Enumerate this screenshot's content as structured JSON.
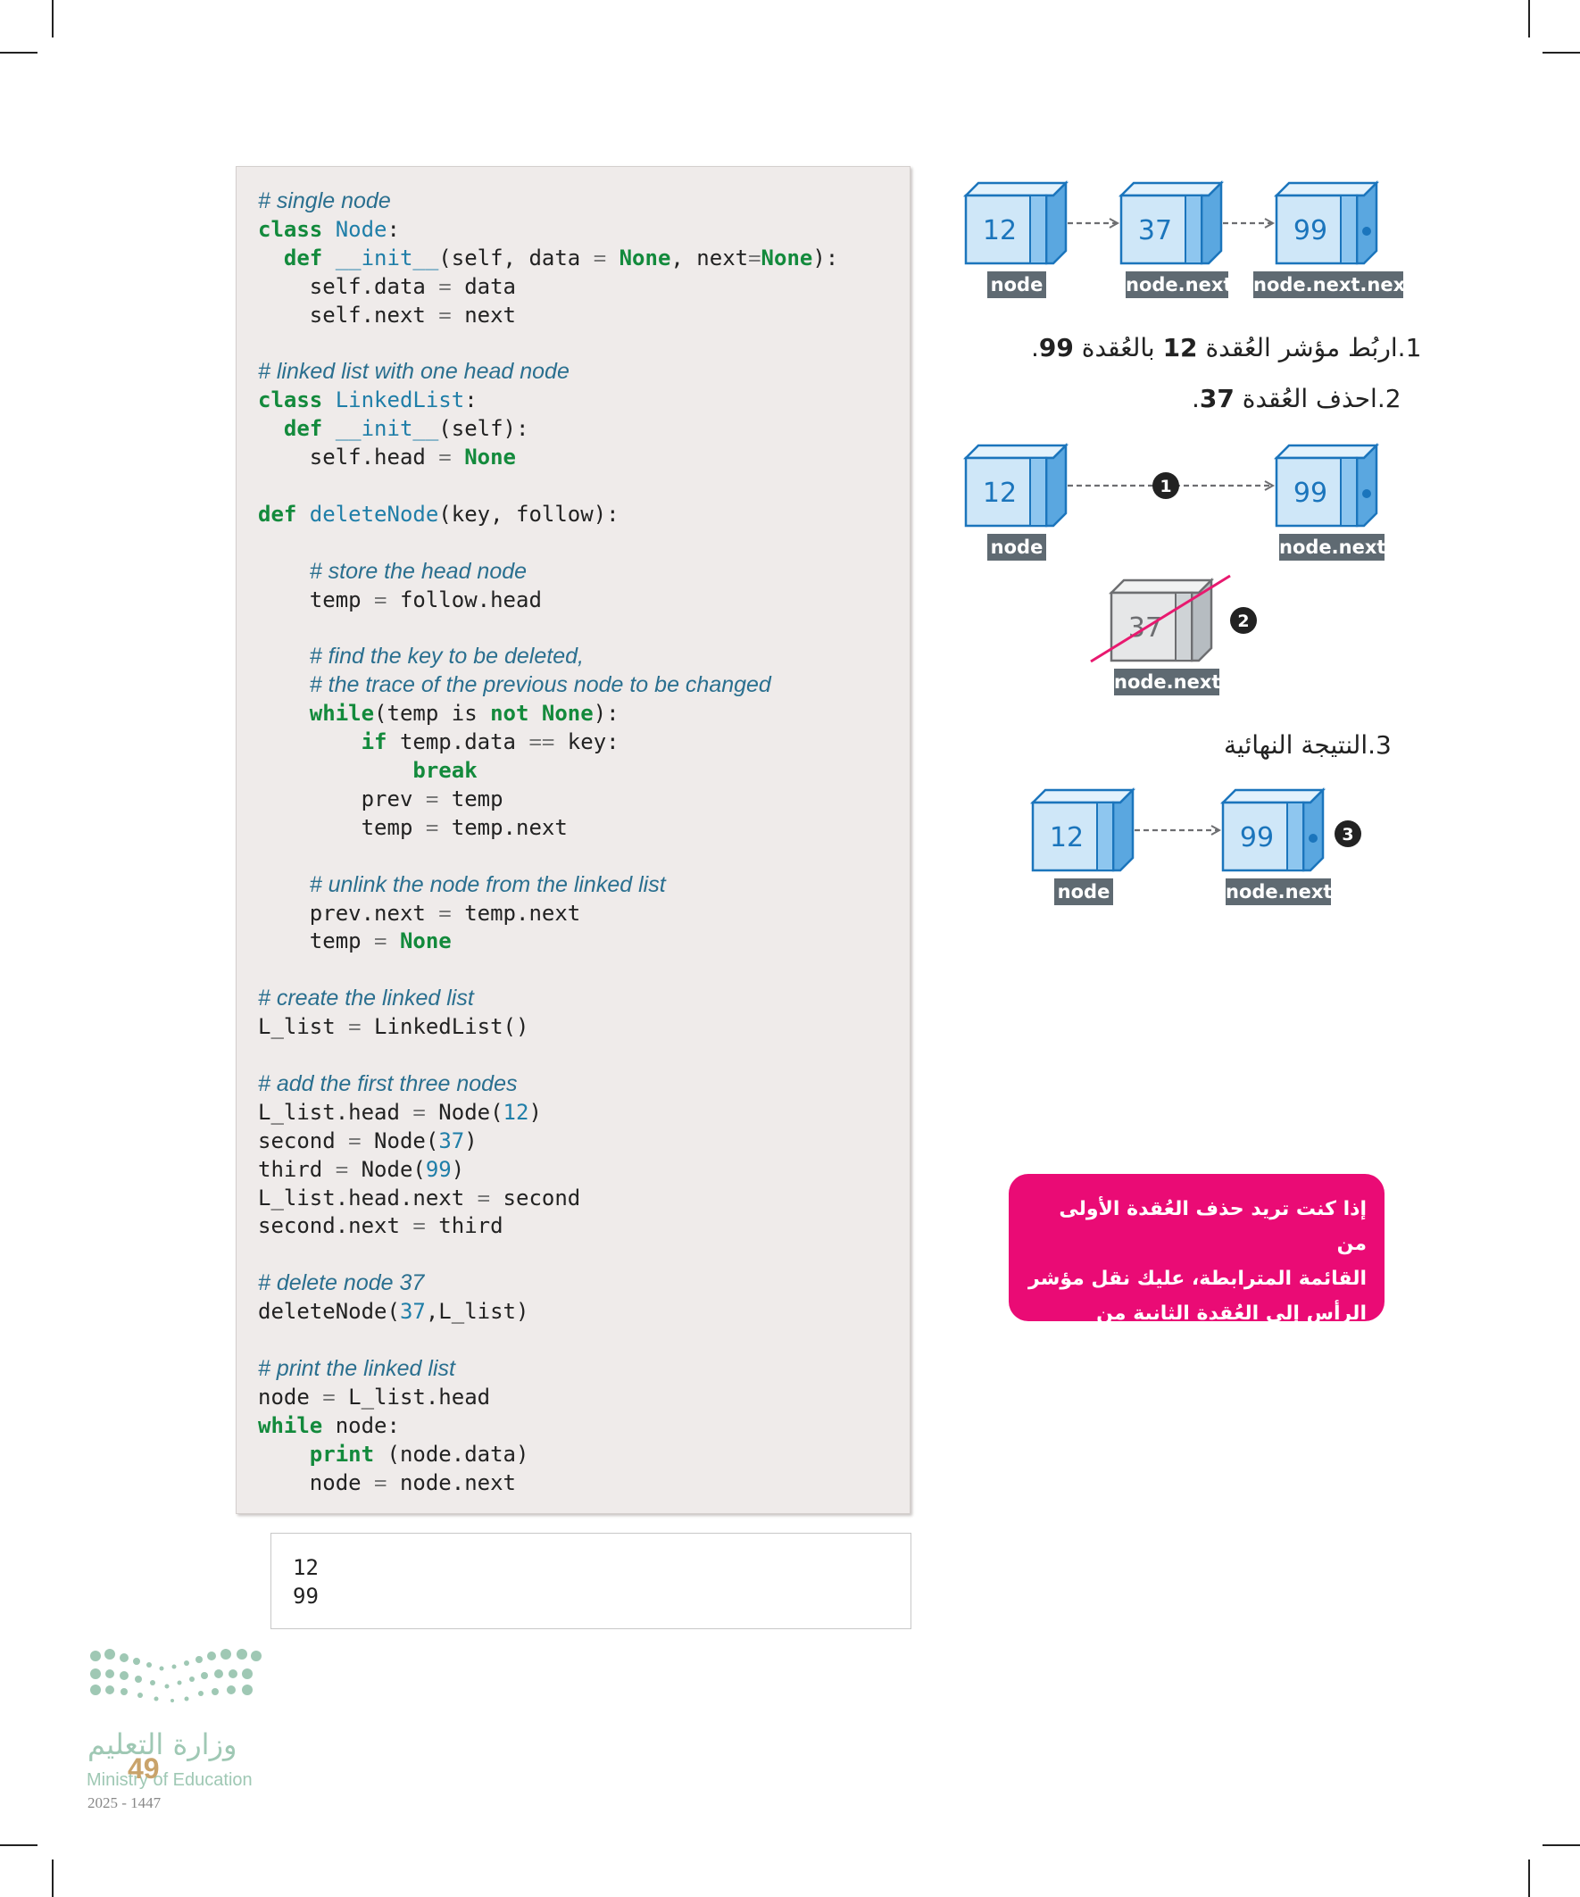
{
  "code": {
    "lines": [
      {
        "parts": [
          [
            "cm",
            "# single node"
          ]
        ]
      },
      {
        "parts": [
          [
            "kw",
            "class "
          ],
          [
            "nm",
            "Node"
          ],
          [
            "",
            ":"
          ]
        ]
      },
      {
        "parts": [
          [
            "",
            "  "
          ],
          [
            "kw",
            "def "
          ],
          [
            "nm",
            "__init__"
          ],
          [
            "",
            "(self, data "
          ],
          [
            "op",
            "="
          ],
          [
            "kw",
            " None"
          ],
          [
            "",
            ", next"
          ],
          [
            "op",
            "="
          ],
          [
            "kw",
            "None"
          ],
          [
            "",
            "):"
          ]
        ]
      },
      {
        "parts": [
          [
            "",
            "    self.data "
          ],
          [
            "op",
            "="
          ],
          [
            "",
            " data"
          ]
        ]
      },
      {
        "parts": [
          [
            "",
            "    self.next "
          ],
          [
            "op",
            "="
          ],
          [
            "",
            " next"
          ]
        ]
      },
      {
        "parts": []
      },
      {
        "parts": [
          [
            "cm",
            "# linked list with one head node"
          ]
        ]
      },
      {
        "parts": [
          [
            "kw",
            "class "
          ],
          [
            "nm",
            "LinkedList"
          ],
          [
            "",
            ":"
          ]
        ]
      },
      {
        "parts": [
          [
            "",
            "  "
          ],
          [
            "kw",
            "def "
          ],
          [
            "nm",
            "__init__"
          ],
          [
            "",
            "(self):"
          ]
        ]
      },
      {
        "parts": [
          [
            "",
            "    self.head "
          ],
          [
            "op",
            "="
          ],
          [
            "kw",
            " None"
          ]
        ]
      },
      {
        "parts": []
      },
      {
        "parts": [
          [
            "kw",
            "def "
          ],
          [
            "nm",
            "deleteNode"
          ],
          [
            "",
            "(key, follow):"
          ]
        ]
      },
      {
        "parts": []
      },
      {
        "parts": [
          [
            "",
            "    "
          ],
          [
            "cm",
            "# store the head node"
          ]
        ]
      },
      {
        "parts": [
          [
            "",
            "    temp "
          ],
          [
            "op",
            "="
          ],
          [
            "",
            " follow.head"
          ]
        ]
      },
      {
        "parts": []
      },
      {
        "parts": [
          [
            "",
            "    "
          ],
          [
            "cm",
            "# find the key to be deleted,"
          ]
        ]
      },
      {
        "parts": [
          [
            "",
            "    "
          ],
          [
            "cm",
            "# the trace of the previous node to be changed"
          ]
        ]
      },
      {
        "parts": [
          [
            "",
            "    "
          ],
          [
            "kw",
            "while"
          ],
          [
            "",
            "(temp is "
          ],
          [
            "kw",
            "not None"
          ],
          [
            "",
            "):"
          ]
        ]
      },
      {
        "parts": [
          [
            "",
            "        "
          ],
          [
            "kw",
            "if"
          ],
          [
            "",
            " temp.data "
          ],
          [
            "op",
            "=="
          ],
          [
            "",
            " key:"
          ]
        ]
      },
      {
        "parts": [
          [
            "",
            "            "
          ],
          [
            "kw",
            "break"
          ]
        ]
      },
      {
        "parts": [
          [
            "",
            "        prev "
          ],
          [
            "op",
            "="
          ],
          [
            "",
            " temp"
          ]
        ]
      },
      {
        "parts": [
          [
            "",
            "        temp "
          ],
          [
            "op",
            "="
          ],
          [
            "",
            " temp.next"
          ]
        ]
      },
      {
        "parts": []
      },
      {
        "parts": [
          [
            "",
            "    "
          ],
          [
            "cm",
            "# unlink the node from the linked list"
          ]
        ]
      },
      {
        "parts": [
          [
            "",
            "    prev.next "
          ],
          [
            "op",
            "="
          ],
          [
            "",
            " temp.next"
          ]
        ]
      },
      {
        "parts": [
          [
            "",
            "    temp "
          ],
          [
            "op",
            "="
          ],
          [
            "kw",
            " None"
          ]
        ]
      },
      {
        "parts": []
      },
      {
        "parts": [
          [
            "cm",
            "# create the linked list"
          ]
        ]
      },
      {
        "parts": [
          [
            "",
            "L_list "
          ],
          [
            "op",
            "="
          ],
          [
            "",
            " LinkedList()"
          ]
        ]
      },
      {
        "parts": []
      },
      {
        "parts": [
          [
            "cm",
            "# add the first three nodes"
          ]
        ]
      },
      {
        "parts": [
          [
            "",
            "L_list.head "
          ],
          [
            "op",
            "="
          ],
          [
            "",
            " Node("
          ],
          [
            "nm",
            "12"
          ],
          [
            "",
            ")"
          ]
        ]
      },
      {
        "parts": [
          [
            "",
            "second "
          ],
          [
            "op",
            "="
          ],
          [
            "",
            " Node("
          ],
          [
            "nm",
            "37"
          ],
          [
            "",
            ")"
          ]
        ]
      },
      {
        "parts": [
          [
            "",
            "third "
          ],
          [
            "op",
            "="
          ],
          [
            "",
            " Node("
          ],
          [
            "nm",
            "99"
          ],
          [
            "",
            ")"
          ]
        ]
      },
      {
        "parts": [
          [
            "",
            "L_list.head.next "
          ],
          [
            "op",
            "="
          ],
          [
            "",
            " second"
          ]
        ]
      },
      {
        "parts": [
          [
            "",
            "second.next "
          ],
          [
            "op",
            "="
          ],
          [
            "",
            " third"
          ]
        ]
      },
      {
        "parts": []
      },
      {
        "parts": [
          [
            "cm",
            "# delete node 37"
          ]
        ]
      },
      {
        "parts": [
          [
            "",
            "deleteNode("
          ],
          [
            "nm",
            "37"
          ],
          [
            "",
            ",L_list)"
          ]
        ]
      },
      {
        "parts": []
      },
      {
        "parts": [
          [
            "cm",
            "# print the linked list"
          ]
        ]
      },
      {
        "parts": [
          [
            "",
            "node "
          ],
          [
            "op",
            "="
          ],
          [
            "",
            " L_list.head"
          ]
        ]
      },
      {
        "parts": [
          [
            "kw",
            "while"
          ],
          [
            "",
            " node:"
          ]
        ]
      },
      {
        "parts": [
          [
            "",
            "    "
          ],
          [
            "kw",
            "print"
          ],
          [
            "",
            " (node.data)"
          ]
        ]
      },
      {
        "parts": [
          [
            "",
            "    node "
          ],
          [
            "op",
            "="
          ],
          [
            "",
            " node.next"
          ]
        ]
      }
    ]
  },
  "output": [
    "12",
    "99"
  ],
  "diagram1": {
    "nodes": [
      {
        "value": "12",
        "label": "node"
      },
      {
        "value": "37",
        "label": "node.next"
      },
      {
        "value": "99",
        "label": "node.next.next"
      }
    ]
  },
  "steps": {
    "step1_num": "1.",
    "step1_a": "اربُط مؤشر العُقدة ",
    "step1_b": "12",
    "step1_c": " بالعُقدة ",
    "step1_d": "99",
    "step1_e": ".",
    "step2_num": "2.",
    "step2_a": "احذف العُقدة ",
    "step2_b": "37",
    "step2_c": ".",
    "step3": "3.النتيجة النهائية"
  },
  "diagram2": {
    "nodes": [
      {
        "value": "12",
        "label": "node"
      },
      {
        "value": "99",
        "label": "node.next"
      }
    ],
    "deleted": {
      "value": "37",
      "label": "node.next"
    },
    "badge1": "1",
    "badge2": "2"
  },
  "diagram3": {
    "nodes": [
      {
        "value": "12",
        "label": "node"
      },
      {
        "value": "99",
        "label": "node.next"
      }
    ],
    "badge3": "3"
  },
  "callout": {
    "line1": "إذا كنت تريد حذف العُقدة الأولى من",
    "line2": "القائمة المترابطة، عليك نقل مؤشر",
    "line3": "الرأس إلى العُقدة الثانية من القائمة."
  },
  "footer": {
    "ministry_ar": "وزارة التعليم",
    "ministry_en": "Ministry of Education",
    "year": "2025 - 1447",
    "page": "49"
  },
  "colors": {
    "node_front": "#cfe7f8",
    "node_side": "#5aa7e0",
    "node_border": "#1b75bc",
    "label_bg": "#5f6a72",
    "deleted_front": "#e6e7e8",
    "deleted_side": "#b6bcc1",
    "strike": "#e8196f",
    "callout": "#ea0b75"
  }
}
